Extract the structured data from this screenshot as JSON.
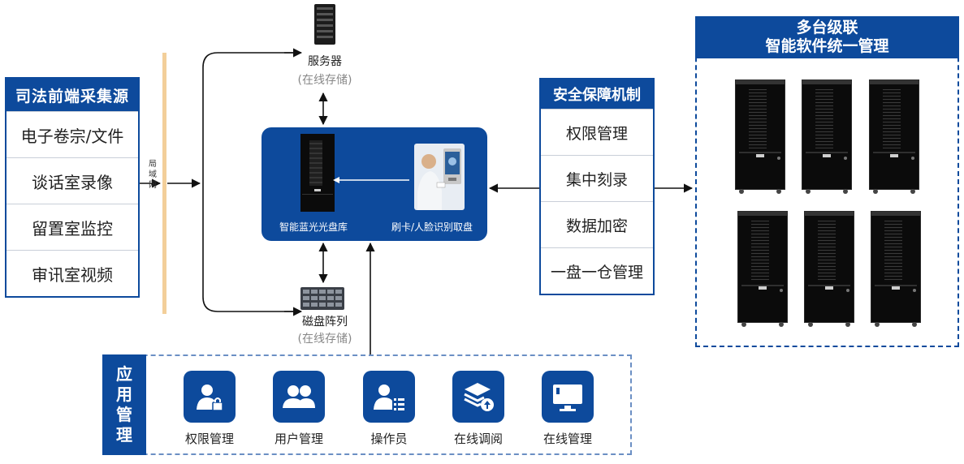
{
  "sources": {
    "title": "司法前端采集源",
    "items": [
      "电子卷宗/文件",
      "谈话室录像",
      "留置室监控",
      "审讯室视频"
    ]
  },
  "lan": {
    "label": "局域网"
  },
  "server": {
    "name": "服务器",
    "sub": "(在线存储)"
  },
  "disk_array": {
    "name": "磁盘阵列",
    "sub": "(在线存储)"
  },
  "center": {
    "library_label": "智能蓝光光盘库",
    "auth_label": "刷卡/人脸识别取盘"
  },
  "security": {
    "title": "安全保障机制",
    "items": [
      "权限管理",
      "集中刻录",
      "数据加密",
      "一盘一仓管理"
    ]
  },
  "cascade": {
    "title_line1": "多台级联",
    "title_line2": "智能软件统一管理"
  },
  "apps": {
    "title": "应用管理",
    "items": [
      {
        "label": "权限管理",
        "icon": "user-lock-icon"
      },
      {
        "label": "用户管理",
        "icon": "users-icon"
      },
      {
        "label": "操作员",
        "icon": "operator-icon"
      },
      {
        "label": "在线调阅",
        "icon": "layers-upload-icon"
      },
      {
        "label": "在线管理",
        "icon": "monitor-icon"
      }
    ]
  },
  "colors": {
    "primary": "#0d4a9c",
    "lan_bar": "#f3cf9a",
    "dashed": "#6b8fc4"
  }
}
